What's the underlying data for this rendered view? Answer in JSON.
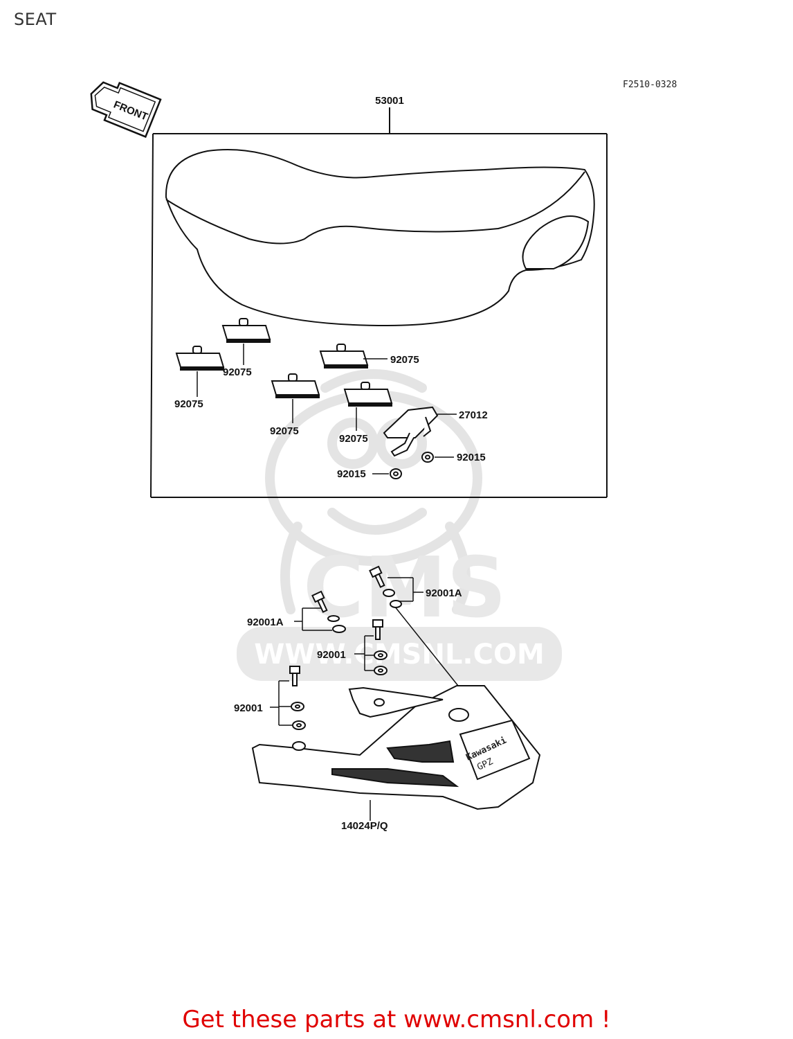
{
  "page": {
    "title": "SEAT"
  },
  "diagram": {
    "figure_ref": "F2510-0328",
    "direction_label": "FRONT",
    "seat_label": "53001",
    "parts": [
      {
        "id": "stop-1",
        "number": "92075"
      },
      {
        "id": "stop-2",
        "number": "92075"
      },
      {
        "id": "stop-3",
        "number": "92075"
      },
      {
        "id": "stop-4",
        "number": "92075"
      },
      {
        "id": "stop-5",
        "number": "92075"
      },
      {
        "id": "hook",
        "number": "27012"
      },
      {
        "id": "nut-1",
        "number": "92015"
      },
      {
        "id": "nut-2",
        "number": "92015"
      },
      {
        "id": "bolt-a-1",
        "number": "92001A"
      },
      {
        "id": "bolt-a-2",
        "number": "92001A"
      },
      {
        "id": "bolt-1",
        "number": "92001"
      },
      {
        "id": "bolt-2",
        "number": "92001"
      },
      {
        "id": "cover",
        "number": "14024P/Q"
      }
    ],
    "cover_badge": [
      "Kawasaki",
      "GPZ"
    ],
    "watermark": {
      "logo_text": "CMS",
      "url_text": "WWW.CMSNL.COM"
    }
  },
  "footer": {
    "cta": "Get these parts at www.cmsnl.com !"
  }
}
